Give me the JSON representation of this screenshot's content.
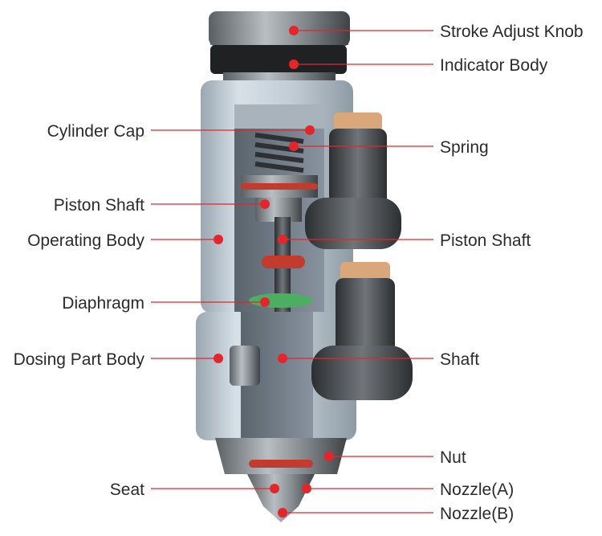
{
  "colors": {
    "leader": "#e3262d",
    "dot": "#e3262d",
    "label_text": "#2b2b2b",
    "body_light": "#c9d3db",
    "body_shadow": "#9aa7b1",
    "metal_dark": "#3f4346",
    "diaphragm": "#4cae63",
    "oring": "#c33a2e",
    "fitting_tan": "#d9a77a"
  },
  "labels": {
    "stroke_adjust_knob": "Stroke Adjust Knob",
    "indicator_body": "Indicator Body",
    "cylinder_cap": "Cylinder Cap",
    "spring": "Spring",
    "piston_shaft_left": "Piston Shaft",
    "operating_body": "Operating Body",
    "piston_shaft_right": "Piston Shaft",
    "diaphragm": "Diaphragm",
    "dosing_part_body": "Dosing Part Body",
    "shaft": "Shaft",
    "nut": "Nut",
    "seat": "Seat",
    "nozzle_a": "Nozzle(A)",
    "nozzle_b": "Nozzle(B)"
  },
  "icons": {
    "callout_dot": "red-dot-icon"
  }
}
